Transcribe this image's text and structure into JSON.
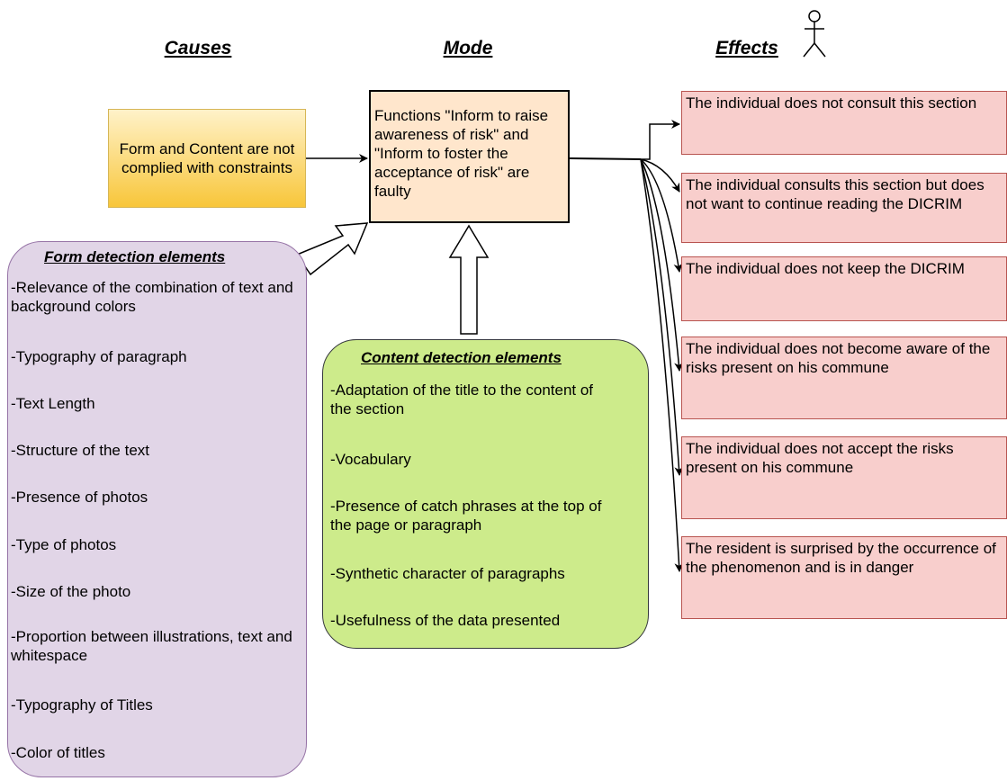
{
  "headers": {
    "causes": "Causes",
    "mode": "Mode",
    "effects": "Effects"
  },
  "cause_box": "Form and Content are not complied with constraints",
  "mode_box": "Functions \"Inform to raise awareness of risk\" and \"Inform to foster the acceptance of risk\" are faulty",
  "effects": [
    "The individual does not consult this section",
    "The individual consults this section but does not want to continue reading the DICRIM",
    "The individual does not keep the DICRIM",
    "The individual does not become aware of the risks present on his commune",
    "The individual does not accept the risks present on his commune",
    "The resident is surprised by the occurrence of the phenomenon and is in danger"
  ],
  "form_panel": {
    "title": "Form detection elements",
    "items": [
      "-Relevance of the combination of text and background colors",
      "-Typography of paragraph",
      "-Text Length",
      "-Structure of the text",
      "-Presence of photos",
      "-Type of photos",
      "-Size of the photo",
      "-Proportion between illustrations, text and whitespace",
      "-Typography of Titles",
      "-Color of titles"
    ]
  },
  "content_panel": {
    "title": "Content detection elements",
    "items": [
      "-Adaptation of the title to the content of the section",
      "-Vocabulary",
      "-Presence of catch phrases at the top of the page or paragraph",
      "-Synthetic character of paragraphs",
      "-Usefulness of the data presented"
    ]
  },
  "icons": {
    "actor": "actor-stick-figure-icon"
  },
  "colors": {
    "cause_fill": "#f8c63a",
    "mode_fill": "#ffe6cc",
    "effect_fill": "#f8cecc",
    "form_panel_fill": "#e1d5e7",
    "content_panel_fill": "#cdeb8b"
  }
}
